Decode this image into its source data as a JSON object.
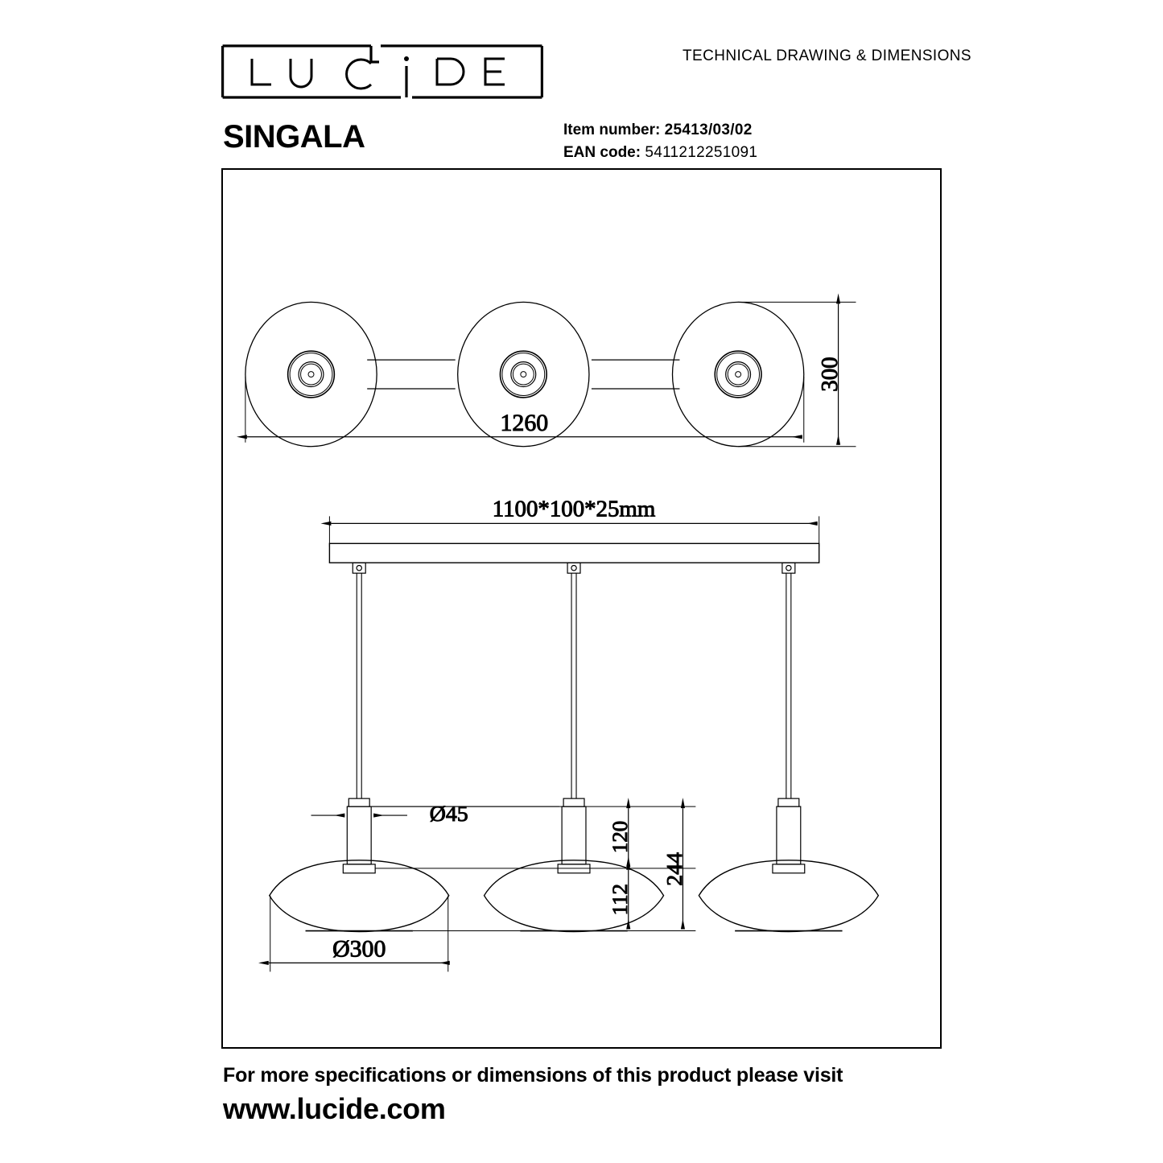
{
  "header": {
    "caption": "TECHNICAL DRAWING & DIMENSIONS",
    "logo_text": "LUCIDE",
    "logo_letters": [
      "L",
      "U",
      "C",
      "i",
      "D",
      "E"
    ],
    "product_title": "SINGALA",
    "item_number_label": "Item number:",
    "item_number_value": "25413/03/02",
    "ean_label": "EAN code",
    "ean_separator": ":",
    "ean_value": "5411212251091"
  },
  "footer": {
    "line1": "For more specifications or dimensions of this product please visit",
    "line2": "www.lucide.com"
  },
  "drawing": {
    "top_view": {
      "name": "top-view-three-shades",
      "width_dim": "1260",
      "depth_dim": "300",
      "shade_count": 3
    },
    "front_view": {
      "name": "front-view-pendant",
      "plate_dim": "1100*100*25mm",
      "shade_diameter": "Ø300",
      "socket_diameter": "Ø45",
      "socket_height": "120",
      "shade_height": "112",
      "total_height": "244",
      "pendant_count": 3
    }
  },
  "colors": {
    "line": "#000000",
    "background": "#ffffff"
  }
}
